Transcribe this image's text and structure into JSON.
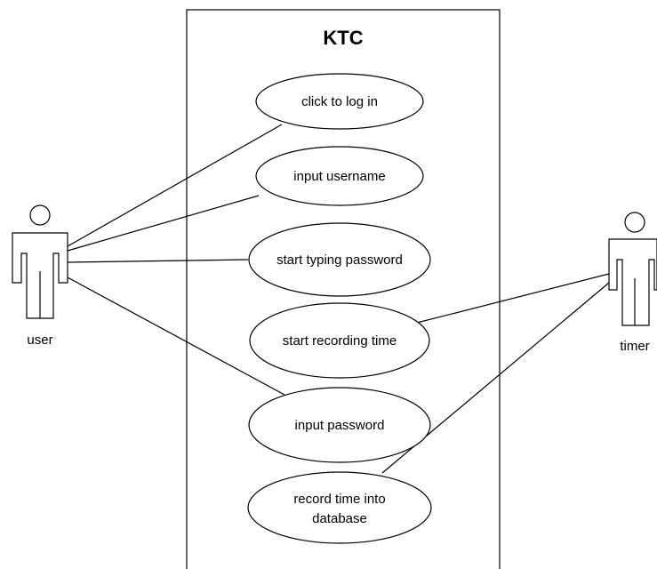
{
  "system": {
    "title": "KTC"
  },
  "actors": {
    "user": {
      "label": "user"
    },
    "timer": {
      "label": "timer"
    }
  },
  "use_cases": [
    {
      "id": "uc1",
      "label": "click to log in"
    },
    {
      "id": "uc2",
      "label": "input username"
    },
    {
      "id": "uc3",
      "label": "start typing password"
    },
    {
      "id": "uc4",
      "label": "start recording time"
    },
    {
      "id": "uc5",
      "label": "input password"
    },
    {
      "id": "uc6",
      "label_line1": "record time into",
      "label_line2": "database"
    }
  ],
  "associations": [
    {
      "actor": "user",
      "use_case": "uc1"
    },
    {
      "actor": "user",
      "use_case": "uc2"
    },
    {
      "actor": "user",
      "use_case": "uc3"
    },
    {
      "actor": "user",
      "use_case": "uc5"
    },
    {
      "actor": "timer",
      "use_case": "uc4"
    },
    {
      "actor": "timer",
      "use_case": "uc6"
    }
  ]
}
